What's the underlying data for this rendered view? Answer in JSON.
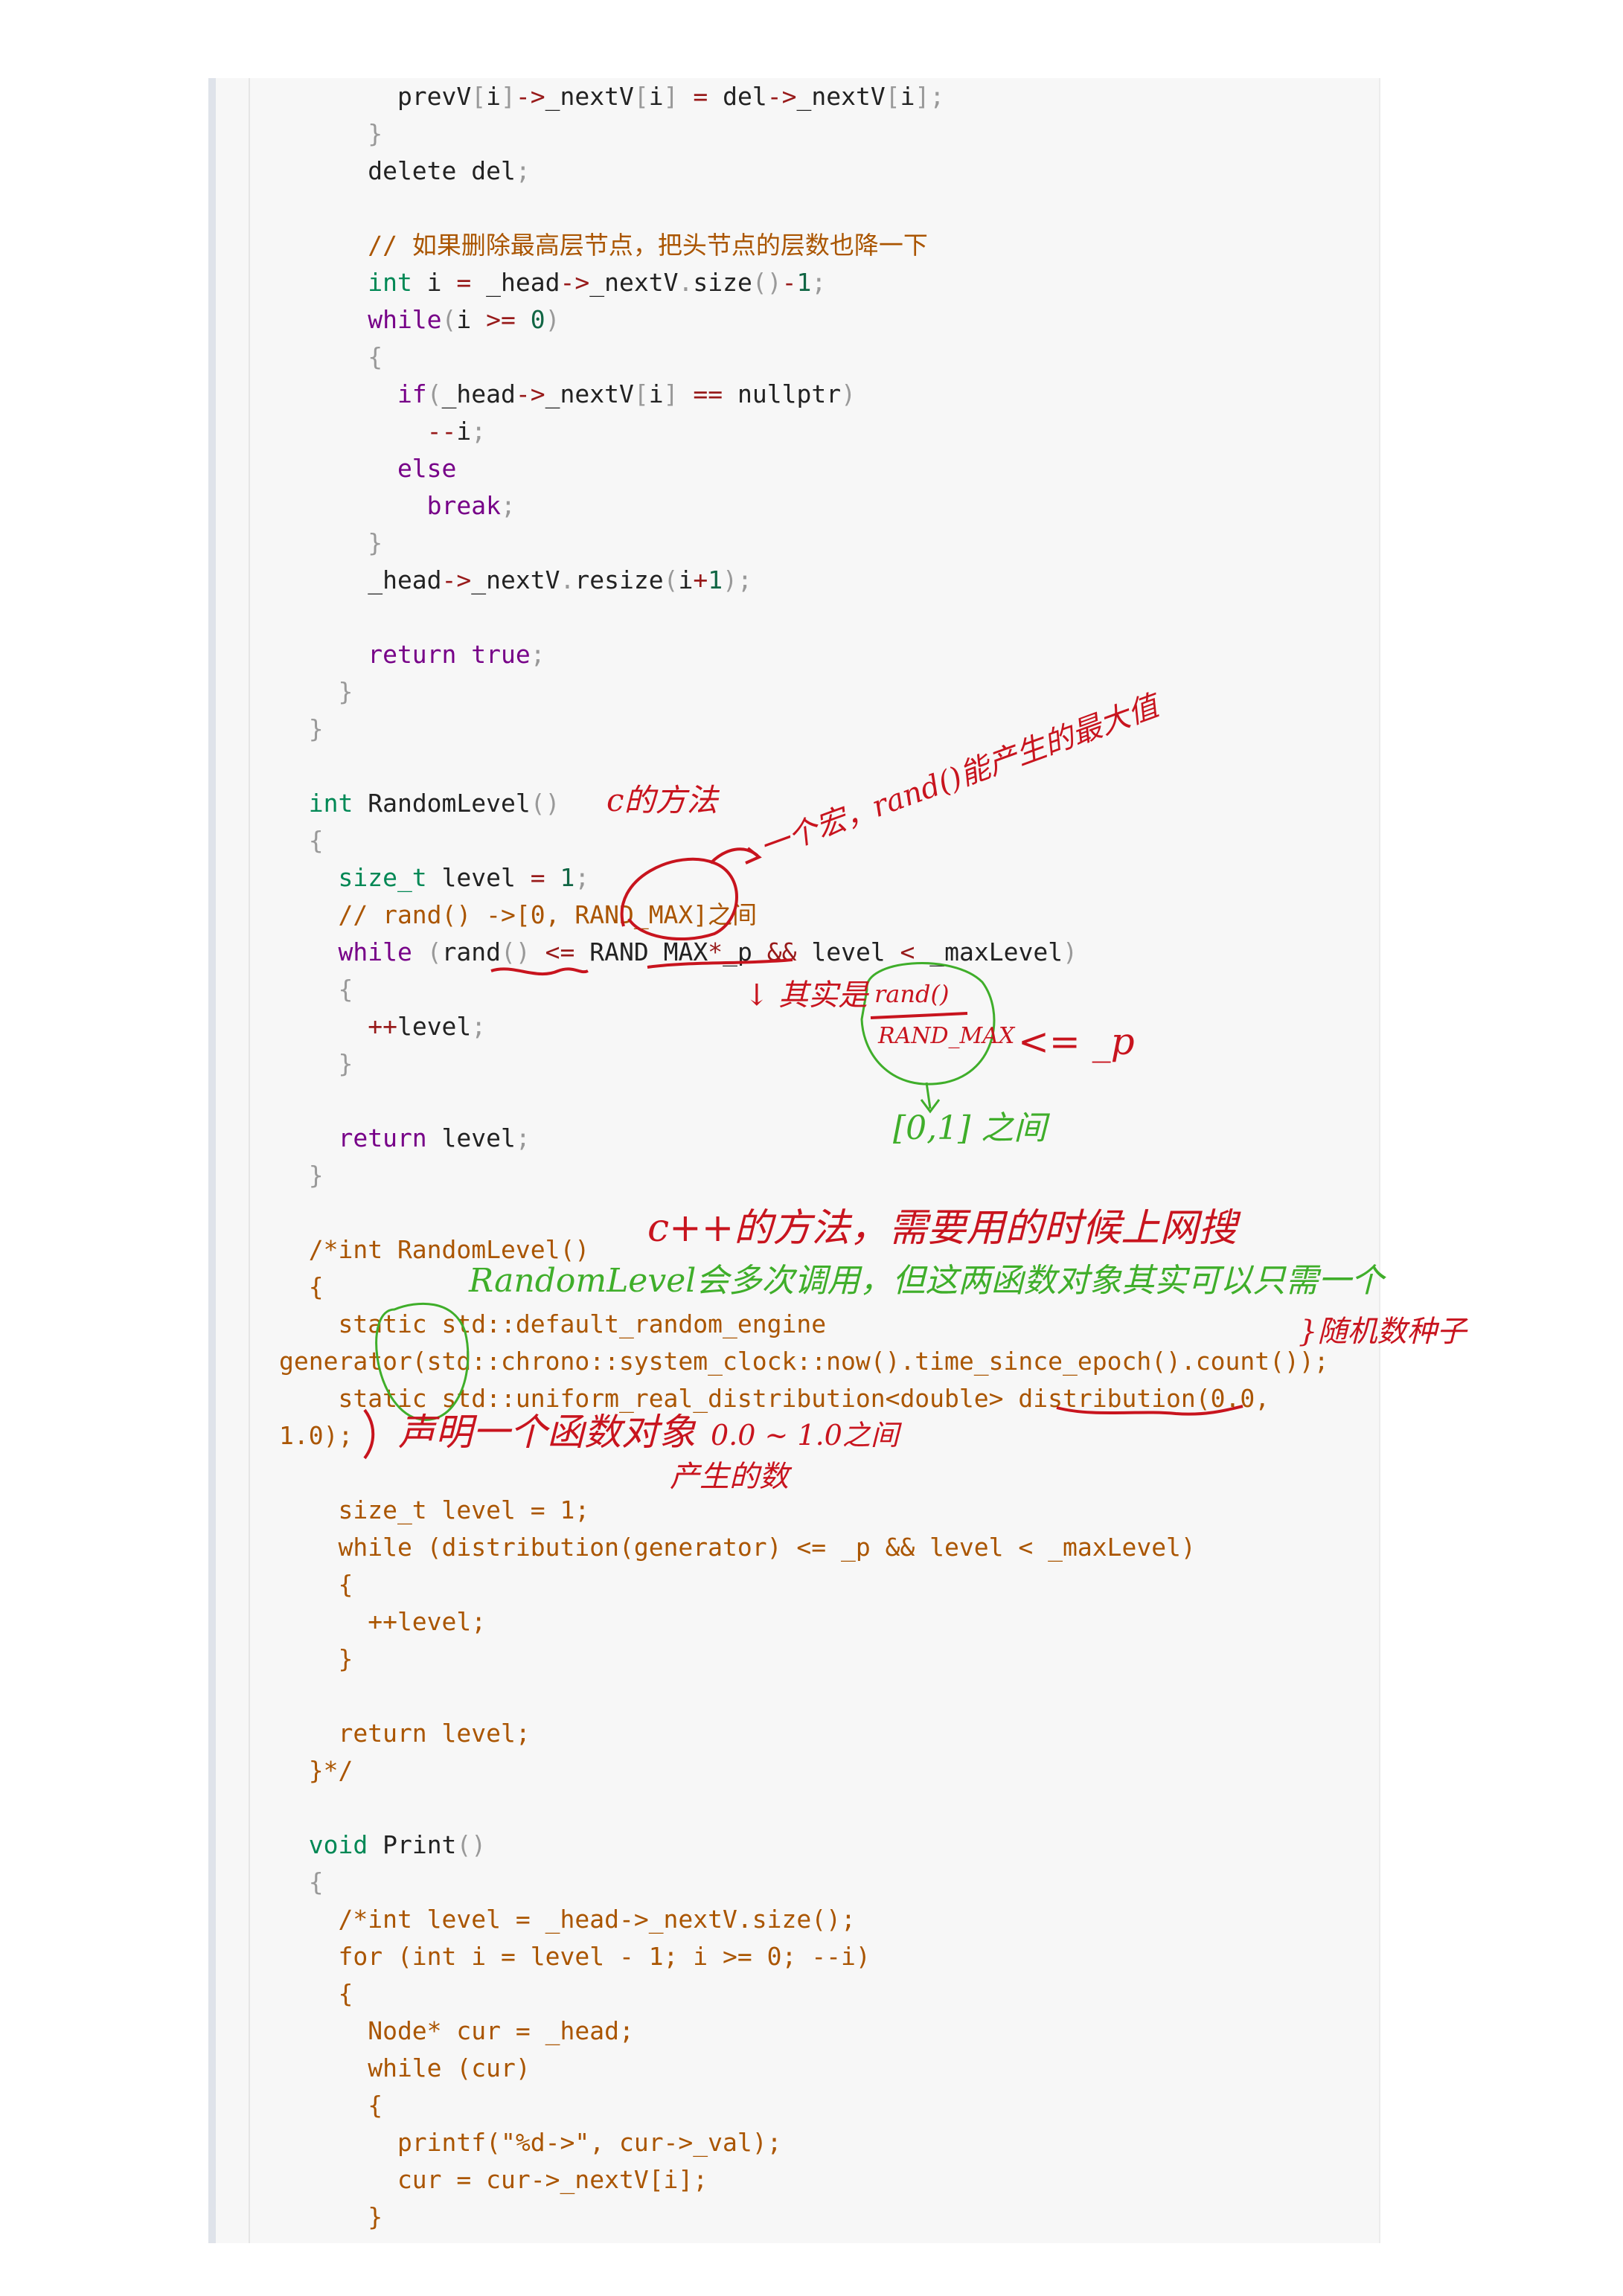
{
  "colors": {
    "keyword": "#770088",
    "type": "#008855",
    "number": "#116644",
    "operator": "#981a1a",
    "comment": "#aa5500",
    "punct": "#999999",
    "text": "#222222",
    "ink_red": "#c8141e",
    "ink_green": "#3fae2a"
  },
  "code_lines": [
    [
      [
        "tx",
        "        prevV"
      ],
      [
        "pn",
        "["
      ],
      [
        "tx",
        "i"
      ],
      [
        "pn",
        "]"
      ],
      [
        "op",
        "->"
      ],
      [
        "tx",
        "_nextV"
      ],
      [
        "pn",
        "["
      ],
      [
        "tx",
        "i"
      ],
      [
        "pn",
        "]"
      ],
      [
        "tx",
        " "
      ],
      [
        "op",
        "="
      ],
      [
        "tx",
        " del"
      ],
      [
        "op",
        "->"
      ],
      [
        "tx",
        "_nextV"
      ],
      [
        "pn",
        "["
      ],
      [
        "tx",
        "i"
      ],
      [
        "pn",
        "]"
      ],
      [
        "pn",
        ";"
      ]
    ],
    [
      [
        "pn",
        "      }"
      ]
    ],
    [
      [
        "tx",
        "      delete del"
      ],
      [
        "pn",
        ";"
      ]
    ],
    [],
    [
      [
        "cm",
        "      // "
      ],
      [
        "cm cmzh",
        "如果删除最高层节点，把头节点的层数也降一下"
      ]
    ],
    [
      [
        "ty",
        "      int"
      ],
      [
        "tx",
        " i "
      ],
      [
        "op",
        "="
      ],
      [
        "tx",
        " _head"
      ],
      [
        "op",
        "->"
      ],
      [
        "tx",
        "_nextV"
      ],
      [
        "pn",
        "."
      ],
      [
        "tx",
        "size"
      ],
      [
        "pn",
        "()"
      ],
      [
        "op",
        "-"
      ],
      [
        "nm",
        "1"
      ],
      [
        "pn",
        ";"
      ]
    ],
    [
      [
        "kw",
        "      while"
      ],
      [
        "pn",
        "("
      ],
      [
        "tx",
        "i "
      ],
      [
        "op",
        ">="
      ],
      [
        "tx",
        " "
      ],
      [
        "nm",
        "0"
      ],
      [
        "pn",
        ")"
      ]
    ],
    [
      [
        "pn",
        "      {"
      ]
    ],
    [
      [
        "kw",
        "        if"
      ],
      [
        "pn",
        "("
      ],
      [
        "tx",
        "_head"
      ],
      [
        "op",
        "->"
      ],
      [
        "tx",
        "_nextV"
      ],
      [
        "pn",
        "["
      ],
      [
        "tx",
        "i"
      ],
      [
        "pn",
        "]"
      ],
      [
        "tx",
        " "
      ],
      [
        "op",
        "=="
      ],
      [
        "tx",
        " nullptr"
      ],
      [
        "pn",
        ")"
      ]
    ],
    [
      [
        "op",
        "          --"
      ],
      [
        "tx",
        "i"
      ],
      [
        "pn",
        ";"
      ]
    ],
    [
      [
        "kw",
        "        else"
      ]
    ],
    [
      [
        "kw",
        "          break"
      ],
      [
        "pn",
        ";"
      ]
    ],
    [
      [
        "pn",
        "      }"
      ]
    ],
    [
      [
        "tx",
        "      _head"
      ],
      [
        "op",
        "->"
      ],
      [
        "tx",
        "_nextV"
      ],
      [
        "pn",
        "."
      ],
      [
        "tx",
        "resize"
      ],
      [
        "pn",
        "("
      ],
      [
        "tx",
        "i"
      ],
      [
        "op",
        "+"
      ],
      [
        "nm",
        "1"
      ],
      [
        "pn",
        ");"
      ]
    ],
    [],
    [
      [
        "kw",
        "      return"
      ],
      [
        "tx",
        " "
      ],
      [
        "kw",
        "true"
      ],
      [
        "pn",
        ";"
      ]
    ],
    [
      [
        "pn",
        "    }"
      ]
    ],
    [
      [
        "pn",
        "  }"
      ]
    ],
    [],
    [
      [
        "ty",
        "  int"
      ],
      [
        "tx",
        " RandomLevel"
      ],
      [
        "pn",
        "()"
      ]
    ],
    [
      [
        "pn",
        "  {"
      ]
    ],
    [
      [
        "ty",
        "    size_t"
      ],
      [
        "tx",
        " level "
      ],
      [
        "op",
        "="
      ],
      [
        "tx",
        " "
      ],
      [
        "nm",
        "1"
      ],
      [
        "pn",
        ";"
      ]
    ],
    [
      [
        "cm",
        "    // rand() ->[0, RAND_MAX]"
      ],
      [
        "cm cmzh",
        "之间"
      ]
    ],
    [
      [
        "kw",
        "    while"
      ],
      [
        "tx",
        " "
      ],
      [
        "pn",
        "("
      ],
      [
        "tx",
        "rand"
      ],
      [
        "pn",
        "()"
      ],
      [
        "tx",
        " "
      ],
      [
        "op",
        "<="
      ],
      [
        "tx",
        " RAND_MAX"
      ],
      [
        "op",
        "*"
      ],
      [
        "tx",
        "_p "
      ],
      [
        "op",
        "&&"
      ],
      [
        "tx",
        " level "
      ],
      [
        "op",
        "<"
      ],
      [
        "tx",
        " _maxLevel"
      ],
      [
        "pn",
        ")"
      ]
    ],
    [
      [
        "pn",
        "    {"
      ]
    ],
    [
      [
        "op",
        "      ++"
      ],
      [
        "tx",
        "level"
      ],
      [
        "pn",
        ";"
      ]
    ],
    [
      [
        "pn",
        "    }"
      ]
    ],
    [],
    [
      [
        "kw",
        "    return"
      ],
      [
        "tx",
        " level"
      ],
      [
        "pn",
        ";"
      ]
    ],
    [
      [
        "pn",
        "  }"
      ]
    ],
    [],
    [
      [
        "cm",
        "  /*int RandomLevel()"
      ]
    ],
    [
      [
        "cm",
        "  {"
      ]
    ],
    [
      [
        "cm",
        "    static std::default_random_engine"
      ]
    ],
    [
      [
        "cm",
        "generator(std::chrono::system_clock::now().time_since_epoch().count());"
      ]
    ],
    [
      [
        "cm",
        "    static std::uniform_real_distribution<double> distribution(0.0,"
      ]
    ],
    [
      [
        "cm",
        "1.0);"
      ]
    ],
    [],
    [
      [
        "cm",
        "    size_t level = 1;"
      ]
    ],
    [
      [
        "cm",
        "    while (distribution(generator) <= _p && level < _maxLevel)"
      ]
    ],
    [
      [
        "cm",
        "    {"
      ]
    ],
    [
      [
        "cm",
        "      ++level;"
      ]
    ],
    [
      [
        "cm",
        "    }"
      ]
    ],
    [],
    [
      [
        "cm",
        "    return level;"
      ]
    ],
    [
      [
        "cm",
        "  }*/"
      ]
    ],
    [],
    [
      [
        "ty",
        "  void"
      ],
      [
        "tx",
        " Print"
      ],
      [
        "pn",
        "()"
      ]
    ],
    [
      [
        "pn",
        "  {"
      ]
    ],
    [
      [
        "cm",
        "    /*int level = _head->_nextV.size();"
      ]
    ],
    [
      [
        "cm",
        "    for (int i = level - 1; i >= 0; --i)"
      ]
    ],
    [
      [
        "cm",
        "    {"
      ]
    ],
    [
      [
        "cm",
        "      Node* cur = _head;"
      ]
    ],
    [
      [
        "cm",
        "      while (cur)"
      ]
    ],
    [
      [
        "cm",
        "      {"
      ]
    ],
    [
      [
        "cm",
        "        printf(\"%d->\", cur->_val);"
      ]
    ],
    [
      [
        "cm",
        "        cur = cur->_nextV[i];"
      ]
    ],
    [
      [
        "cm",
        "      }"
      ]
    ]
  ],
  "annotations": {
    "a1": "c的方法",
    "a2": "一个宏，rand()能产生的最大值",
    "a3": "↓ 其实是",
    "a4": "rand()",
    "a5": "RAND_MAX",
    "a6": "<= _p",
    "a7": "[0,1] 之间",
    "a8": "c++的方法，需要用的时候上网搜",
    "a9": "RandomLevel会多次调用，但这两函数对象其实可以只需一个",
    "a10": "}随机数种子",
    "a11": "声明一个函数对象",
    "a12": "0.0 ~ 1.0之间",
    "a13": "产生的数"
  }
}
